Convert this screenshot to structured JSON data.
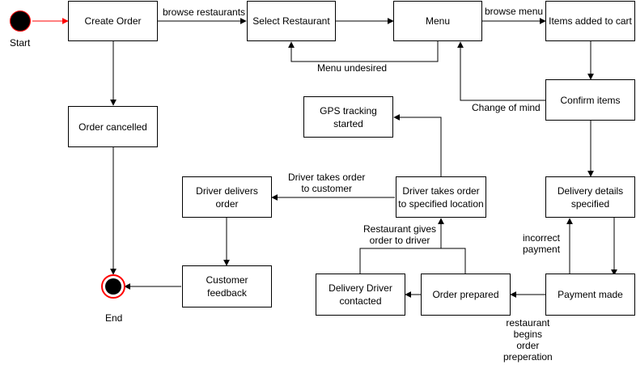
{
  "nodes": {
    "create_order": "Create Order",
    "select_restaurant": "Select Restaurant",
    "menu": "Menu",
    "items_added": "Items added to cart",
    "order_cancelled": "Order cancelled",
    "gps_tracking": "GPS tracking\nstarted",
    "confirm_items": "Confirm items",
    "driver_delivers": "Driver delivers\norder",
    "driver_takes_order": "Driver takes order\nto specified location",
    "delivery_details": "Delivery details\nspecified",
    "customer_feedback": "Customer\nfeedback",
    "delivery_driver_contacted": "Delivery Driver\ncontacted",
    "order_prepared": "Order prepared",
    "payment_made": "Payment made"
  },
  "edges": {
    "browse_restaurants": "browse restaurants",
    "browse_menu": "browse menu",
    "menu_undesired": "Menu undesired",
    "change_of_mind": "Change of mind",
    "driver_takes_to_customer": "Driver takes order\nto customer",
    "restaurant_gives": "Restaurant gives\norder to driver",
    "incorrect_payment": "incorrect\npayment",
    "restaurant_begins": "restaurant\nbegins\norder\npreperation"
  },
  "terminals": {
    "start": "Start",
    "end": "End"
  },
  "colors": {
    "stroke": "#000000",
    "terminal_ring": "#ff0000",
    "start_arrow": "#ff0000"
  }
}
